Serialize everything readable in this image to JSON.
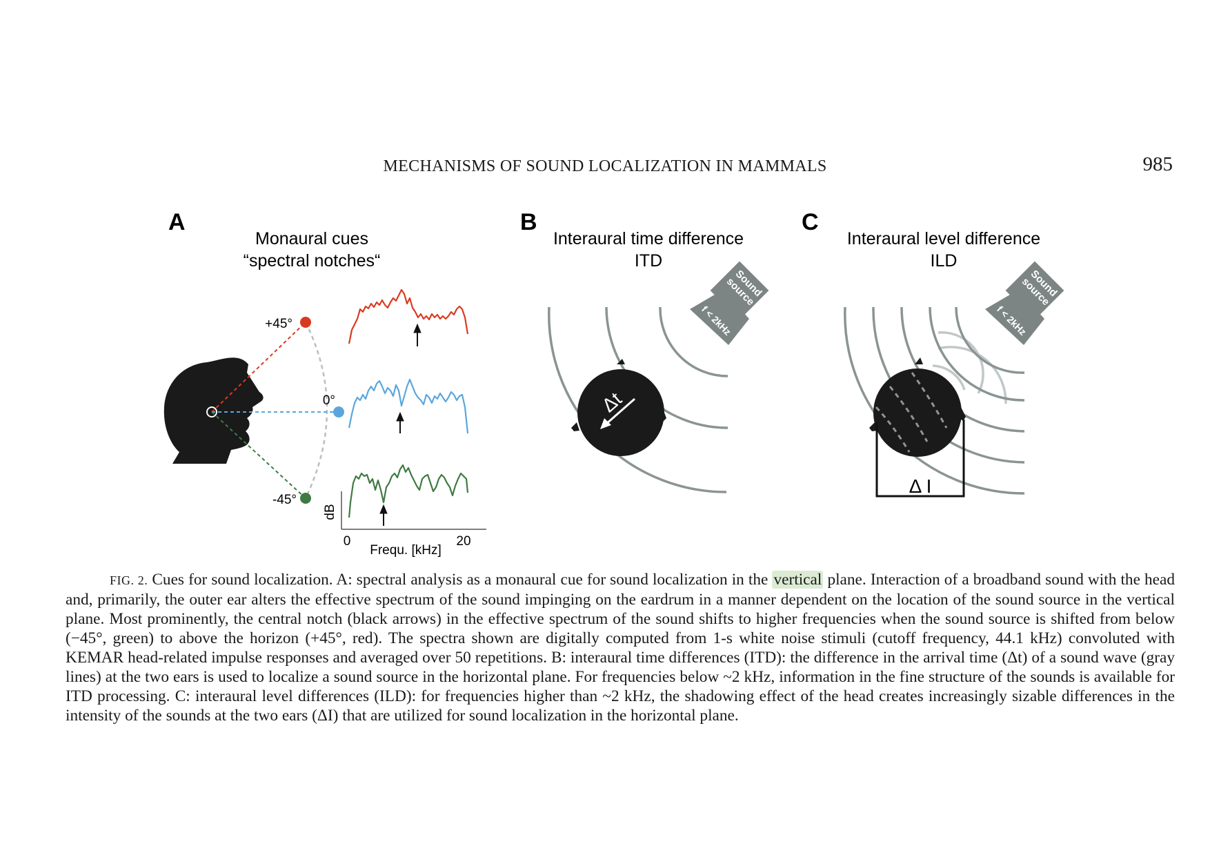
{
  "header": {
    "running_title": "MECHANISMS OF SOUND LOCALIZATION IN MAMMALS",
    "page_number": "985"
  },
  "figure": {
    "panel_a": {
      "letter": "A",
      "title_line1": "Monaural cues",
      "title_line2": "“spectral notches“",
      "angle_top": "+45°",
      "angle_mid": "0°",
      "angle_bottom": "-45°",
      "ylabel": "dB",
      "x_tick_min": "0",
      "x_tick_max": "20",
      "xlabel": "Frequ. [kHz]",
      "colors": {
        "top": "#d93a1f",
        "mid": "#5aa6dc",
        "bottom": "#3f7a43"
      }
    },
    "panel_b": {
      "letter": "B",
      "title_line1": "Interaural time difference",
      "title_line2": "ITD",
      "delta_label": "Δt",
      "source_line1": "Sound",
      "source_line2": "source",
      "freq_label": "f < 2kHz"
    },
    "panel_c": {
      "letter": "C",
      "title_line1": "Interaural level difference",
      "title_line2": "ILD",
      "delta_label": "Δ I",
      "source_line1": "Sound",
      "source_line2": "source",
      "freq_label": "f < 2kHz"
    }
  },
  "caption": {
    "fig_label": "FIG. 2.",
    "before_highlight": " Cues for sound localization. A: spectral analysis as a monaural cue for sound localization in the ",
    "highlight": "vertical",
    "after_highlight": " plane. Interaction of a broadband sound with the head and, primarily, the outer ear alters the effective spectrum of the sound impinging on the eardrum in a manner dependent on the location of the sound source in the vertical plane. Most prominently, the central notch (black arrows) in the effective spectrum of the sound shifts to higher frequencies when the sound source is shifted from below (−45°, green) to above the horizon (+45°, red). The spectra shown are digitally computed from 1-s white noise stimuli (cutoff frequency, 44.1 kHz) convoluted with KEMAR head-related impulse responses and averaged over 50 repetitions. B: interaural time differences (ITD): the difference in the arrival time (Δt) of a sound wave (gray lines) at the two ears is used to localize a sound source in the horizontal plane. For frequencies below ~2 kHz, information in the fine structure of the sounds is available for ITD processing. C: interaural level differences (ILD): for frequencies higher than ~2 kHz, the shadowing effect of the head creates increasingly sizable differences in the intensity of the sounds at the two ears (ΔI) that are utilized for sound localization in the horizontal plane."
  }
}
